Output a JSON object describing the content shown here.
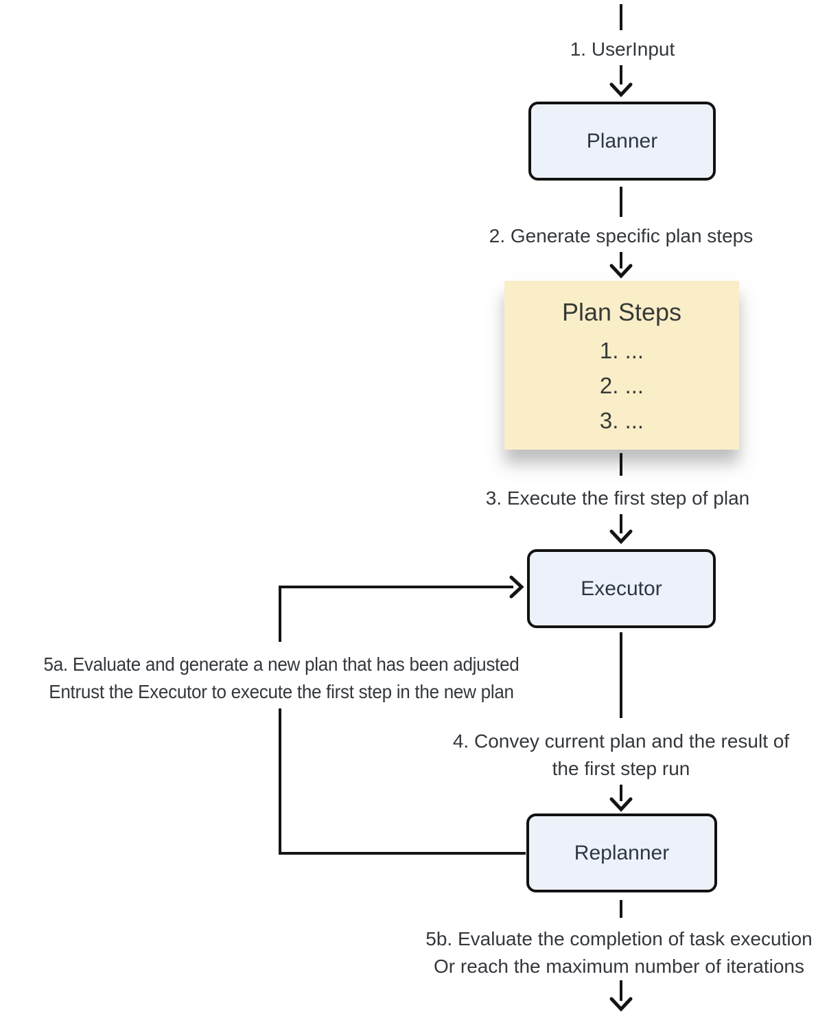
{
  "nodes": {
    "planner": "Planner",
    "executor": "Executor",
    "replanner": "Replanner",
    "plan_steps": {
      "title": "Plan Steps",
      "items": [
        "1. ...",
        "2. ...",
        "3. ..."
      ]
    }
  },
  "edges": {
    "user_input": "1. UserInput",
    "generate": "2. Generate specific plan steps",
    "execute": "3. Execute the first step of plan",
    "convey": [
      "4. Convey current plan and the result of",
      "the first step run"
    ],
    "replan": [
      "5a. Evaluate and generate a new plan that has been adjusted",
      "Entrust the Executor to execute the first step in the new plan"
    ],
    "finish": [
      "5b. Evaluate the completion of task execution",
      "Or reach the maximum number of iterations"
    ]
  },
  "colors": {
    "background": "#ffffff",
    "node_fill": "#edf1fa",
    "node_border": "#111111",
    "node_text": "#2e3744",
    "plan_steps_fill": "#faeec9",
    "plan_steps_text": "#363a36",
    "edge_label_text": "#33373c",
    "line": "#141414"
  }
}
